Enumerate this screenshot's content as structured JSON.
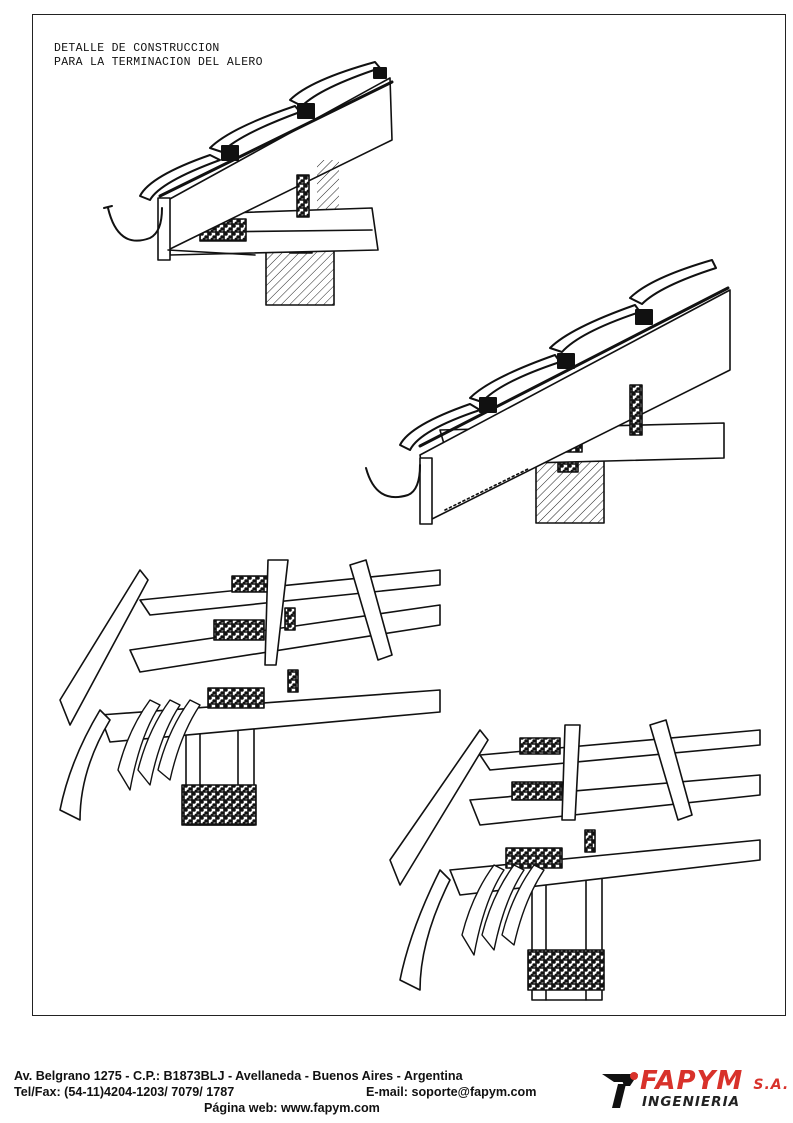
{
  "title": {
    "line1": "DETALLE DE CONSTRUCCION",
    "line2": "PARA LA TERMINACION DEL ALERO"
  },
  "footer": {
    "address": "Av. Belgrano 1275 - C.P.: B1873BLJ - Avellaneda - Buenos Aires - Argentina",
    "phone": "Tel/Fax: (54-11)4204-1203/ 7079/ 1787",
    "email": "E-mail: soporte@fapym.com",
    "web": "Página web: www.fapym.com"
  },
  "logo": {
    "brand": "FAPYM",
    "suffix": "S.A.",
    "tagline": "INGENIERIA"
  },
  "colors": {
    "brand_red": "#d8322b",
    "ink": "#111111"
  },
  "icons": [
    "fapym-logo-icon",
    "watermark-icon"
  ]
}
